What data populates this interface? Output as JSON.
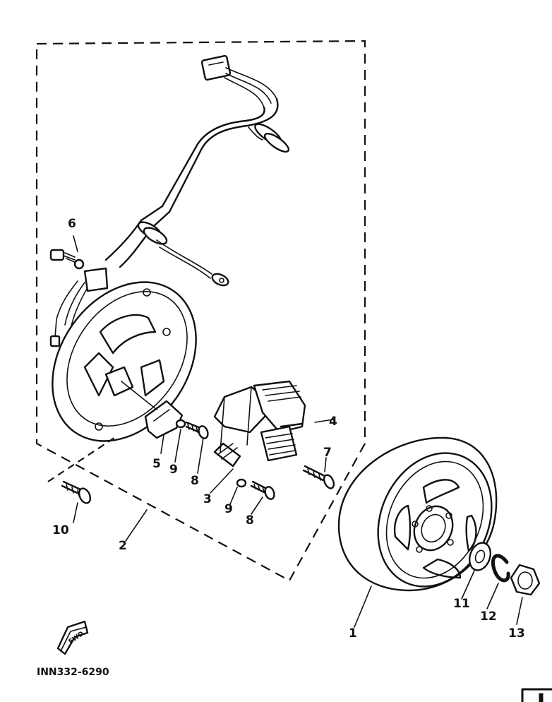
{
  "diagram": {
    "catalog_code": "INN332-6290",
    "fwd_label": "FWD",
    "part_labels": {
      "p1": "1",
      "p2": "2",
      "p3": "3",
      "p4": "4",
      "p5": "5",
      "p6": "6",
      "p7": "7",
      "p8a": "8",
      "p8b": "8",
      "p9a": "9",
      "p9b": "9",
      "p10": "10",
      "p11": "11",
      "p12": "12",
      "p13": "13"
    }
  }
}
